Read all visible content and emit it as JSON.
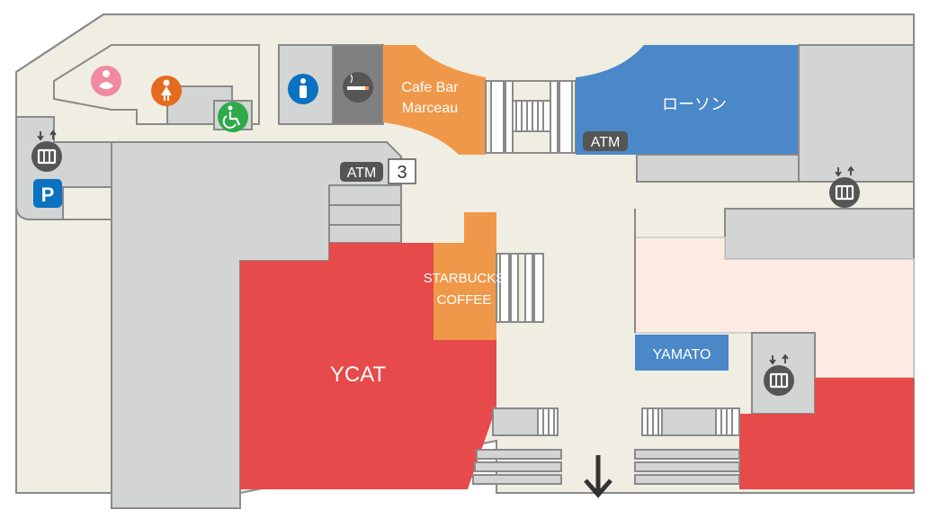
{
  "floor_map": {
    "colors": {
      "floor": "#f0eee3",
      "wall": "#8a8a8a",
      "structure": "#d3d4d4",
      "store_red": "#e64a4a",
      "store_orange": "#f0984a",
      "store_blue": "#4a88c8",
      "store_pink": "#fdebe4",
      "smoking_room": "#808080",
      "icon_pink": "#f08aa0",
      "icon_orange": "#e66a1e",
      "icon_green": "#2eaa4a",
      "icon_blue": "#0a72c0",
      "icon_dark": "#555555",
      "arrow": "#333333"
    },
    "stores": {
      "cafe_bar_line1": "Cafe Bar",
      "cafe_bar_line2": "Marceau",
      "lawson": "ローソン",
      "starbucks_line1": "STARBUCKS",
      "starbucks_line2": "COFFEE",
      "ycat": "YCAT",
      "yamato": "YAMATO"
    },
    "labels": {
      "atm_1": "ATM",
      "atm_2": "ATM",
      "gate_number": "3",
      "parking": "P"
    },
    "icons": {
      "baby_room": "baby-icon",
      "womens_toilet": "womens-toilet-icon",
      "accessible_toilet": "wheelchair-icon",
      "information": "information-icon",
      "smoking_area": "smoking-icon",
      "elevator": "elevator-icon",
      "parking": "parking-icon",
      "exit_direction": "down-arrow-icon"
    }
  }
}
